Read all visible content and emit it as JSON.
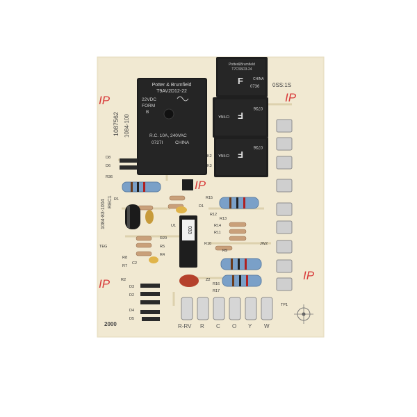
{
  "relay_main": {
    "brand": "Potter & Brumfield",
    "model": "T9AV2D12-22",
    "coil_line1": "22VDC",
    "coil_line2": "FORM",
    "coil_line3": "B",
    "rating": "R.C. 10A, 240VAC",
    "date_code": "0727I",
    "origin": "CHINA"
  },
  "relay_small_top": {
    "brand": "Potter&Brumfield",
    "model": "T7CS5D3-24",
    "letter": "F",
    "code": "0736",
    "origin": "CHINA"
  },
  "relay_small_mid": {
    "letter": "F",
    "code": "0736",
    "origin": "CHINA"
  },
  "relay_small_bot": {
    "letter": "F",
    "code": "0736",
    "origin": "CHINA"
  },
  "board": {
    "part_number": "1087562",
    "part_code": "1084-100",
    "assembly": "1084-83-1004",
    "rev": "REC1",
    "year": "2000",
    "corner_mark": "0SS:1S",
    "chip_label": "033",
    "terminal_labels": [
      "R-RV",
      "R",
      "C",
      "O",
      "Y",
      "W"
    ],
    "component_labels": [
      "D8",
      "D6",
      "R36",
      "R1",
      "U1",
      "R15",
      "D1",
      "R13",
      "R12",
      "R14",
      "R11",
      "R10",
      "R9",
      "R20",
      "R5",
      "R4",
      "R8",
      "R7",
      "C2",
      "R2",
      "D3",
      "D2",
      "D4",
      "D5",
      "Z2",
      "R17",
      "R16",
      "K2",
      "K3",
      "JW2",
      "TEG",
      "TP1"
    ],
    "inspection_marks": [
      "IP",
      "IP",
      "IP",
      "IP",
      "IP"
    ]
  }
}
